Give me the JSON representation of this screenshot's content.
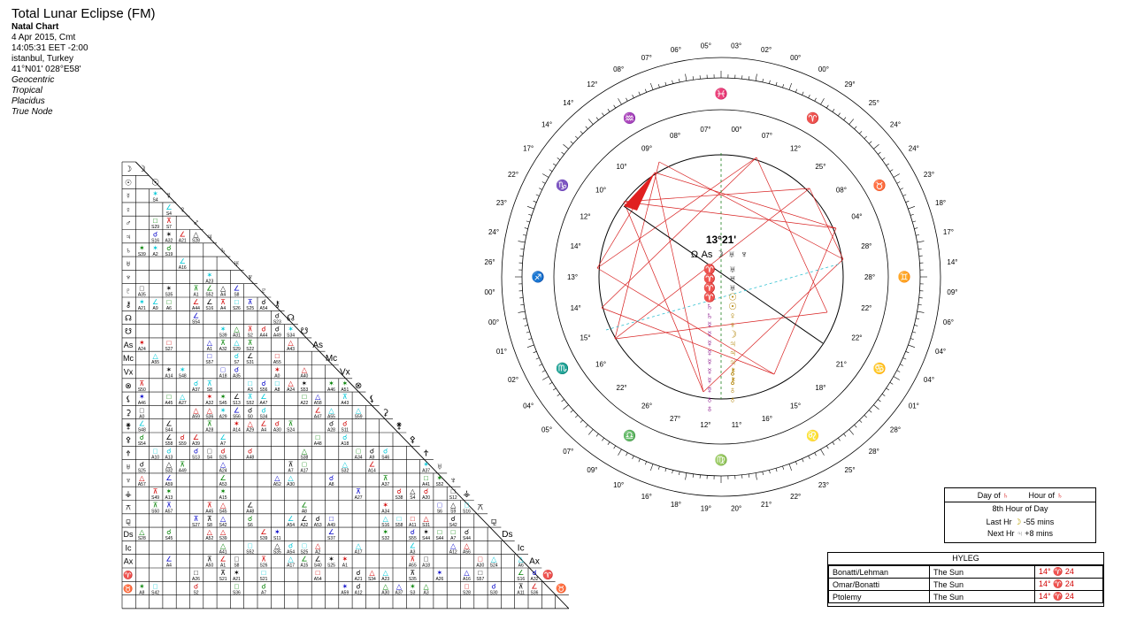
{
  "header": {
    "title": "Total Lunar Eclipse (FM)",
    "chart_type": "Natal Chart",
    "date": "4 Apr 2015, Cmt",
    "time": "14:05:31  EET -2:00",
    "place": "istanbul, Turkey",
    "coords": "41°N01' 028°E58'",
    "options": [
      "Geocentric",
      "Tropical",
      "Placidus",
      "True Node"
    ]
  },
  "grid": {
    "symbols": [
      "☽",
      "☉",
      "☿",
      "♀",
      "♂",
      "♃",
      "♄",
      "♅",
      "♆",
      "♇",
      "⚷",
      "☊",
      "☋",
      "As",
      "Mc",
      "Vx",
      "⊗",
      "⚸",
      "⚳",
      "⚵",
      "⚴",
      "Ϯ",
      "♅",
      "♆",
      "⚶",
      "⚻",
      "⚼",
      "Ds",
      "Ic",
      "Ax",
      "♈",
      "♉"
    ],
    "colors": {
      "sym": "#000000",
      "red": "#d10000",
      "cyan": "#00c8d8",
      "blue": "#0000c8",
      "green": "#008000"
    }
  },
  "wheel": {
    "ascendant_label": "13°21'",
    "asc_symbols": [
      "Ω",
      "As",
      "☽",
      "♅",
      "♆"
    ],
    "column_symbols": [
      "♈",
      "♈",
      "♈",
      "♈",
      "♄",
      "♄",
      "☿",
      "☿",
      "☿",
      "☿",
      "☿",
      "☿",
      "☿",
      "☿",
      "♁",
      "♁"
    ],
    "column_right": [
      "♅",
      "♅",
      "♅",
      "☉",
      "☉",
      "♀",
      "♀",
      "☽",
      "♃",
      "♃",
      "♃",
      "⚷",
      "⚷",
      "♁",
      "♁"
    ],
    "outer_numbers": [
      "03°",
      "02°",
      "00°",
      "00°",
      "29°",
      "25°",
      "24°",
      "24°",
      "23°",
      "18°",
      "17°",
      "14°",
      "09°",
      "06°",
      "04°",
      "04°",
      "01°",
      "28°",
      "28°",
      "25°",
      "23°",
      "22°",
      "21°",
      "20°",
      "19°",
      "18°",
      "16°",
      "10°",
      "09°",
      "07°",
      "05°",
      "04°",
      "02°",
      "01°",
      "00°",
      "00°",
      "26°",
      "24°",
      "23°",
      "22°",
      "17°",
      "14°",
      "14°",
      "12°",
      "08°",
      "07°",
      "06°",
      "05°"
    ],
    "inner_numbers": [
      "00°",
      "07°",
      "12°",
      "25°",
      "08°",
      "04°",
      "28°",
      "28°",
      "22°",
      "22°",
      "21°",
      "18°",
      "15°",
      "16°",
      "11°",
      "12°",
      "27°",
      "26°",
      "22°",
      "16°",
      "15°",
      "14°",
      "13°",
      "14°",
      "12°",
      "10°",
      "10°",
      "09°",
      "08°",
      "07°"
    ]
  },
  "dayhour": {
    "day_label": "Day of",
    "day_ruler": "♄",
    "hour_label": "Hour of",
    "hour_ruler": "♄",
    "hour_number": "8th Hour of Day",
    "last_label": "Last Hr",
    "last_planet": "☽",
    "last_value": "-55 mins",
    "next_label": "Next Hr",
    "next_planet": "♃",
    "next_value": "+8 mins"
  },
  "hyleg": {
    "title": "HYLEG",
    "rows": [
      {
        "method": "Bonatti/Lehman",
        "body": "The Sun",
        "position": "14° ♈ 24"
      },
      {
        "method": "Omar/Bonatti",
        "body": "The Sun",
        "position": "14° ♈ 24"
      },
      {
        "method": "Ptolemy",
        "body": "The Sun",
        "position": "14° ♈ 24"
      }
    ]
  }
}
